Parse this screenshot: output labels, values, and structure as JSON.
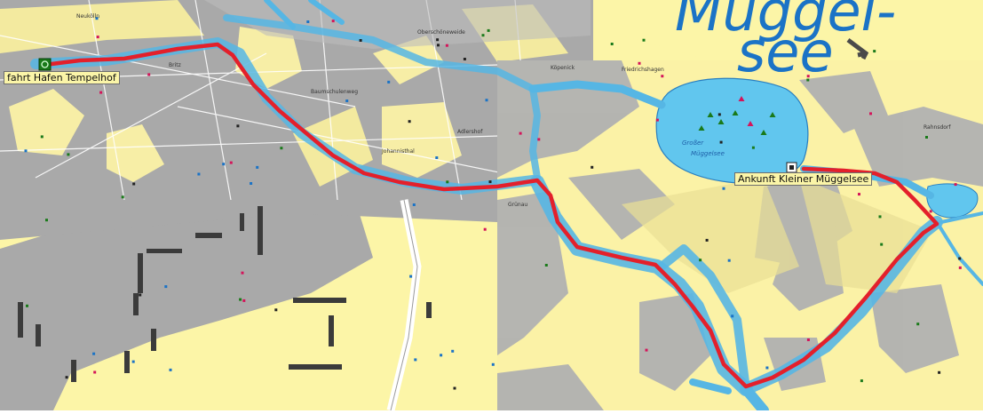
{
  "map": {
    "start_label": "fahrt Hafen Tempelhof",
    "end_label": "Ankunft Kleiner Müggelsee",
    "lake_title": "Müggel-",
    "lake_title_line2": "see",
    "lake_small_label_1": "Großer",
    "lake_small_label_2": "Müggelsee",
    "place_labels": [
      "Neukölln",
      "Köpenick",
      "Friedrichshagen",
      "Rahnsdorf",
      "Grünau",
      "Adlershof",
      "Johannisthal",
      "Baumschulenweg",
      "Britz",
      "Oberschöneweide"
    ],
    "colors": {
      "route": "#e3202b",
      "water": "#59c2ea",
      "land": "#fcf5a7",
      "built_up": "#a8a8a8",
      "forest": "#f2eaa0"
    },
    "icons": {
      "start_marker": "start-marker-icon",
      "end_marker": "end-marker-icon",
      "north_arrow": "arrow-icon"
    }
  }
}
